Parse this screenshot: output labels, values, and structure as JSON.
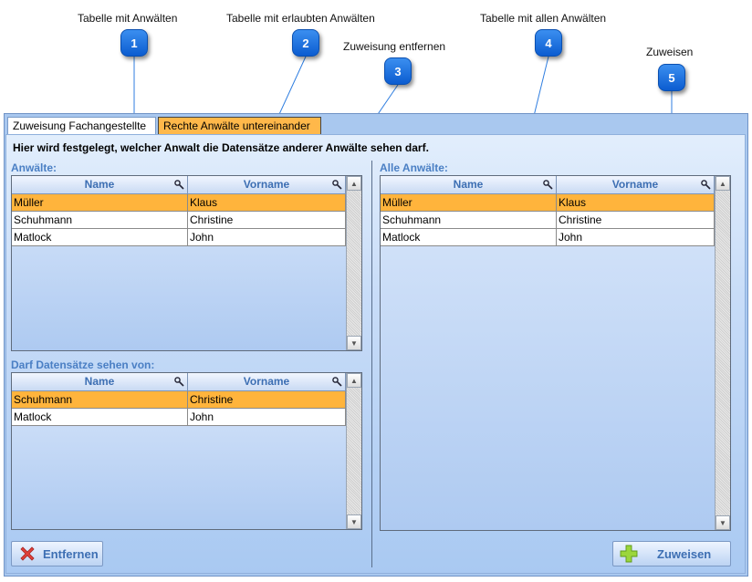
{
  "callouts": [
    {
      "number": "1",
      "label": "Tabelle mit Anwälten"
    },
    {
      "number": "2",
      "label": "Tabelle mit erlaubten Anwälten"
    },
    {
      "number": "3",
      "label": "Zuweisung entfernen"
    },
    {
      "number": "4",
      "label": "Tabelle mit allen Anwälten"
    },
    {
      "number": "5",
      "label": "Zuweisen"
    }
  ],
  "tabs": [
    {
      "label": "Zuweisung Fachangestellte",
      "active": false
    },
    {
      "label": "Rechte Anwälte untereinander",
      "active": true
    }
  ],
  "heading": "Hier wird festgelegt, welcher Anwalt die Datensätze anderer Anwälte sehen darf.",
  "columns": {
    "name": "Name",
    "vorname": "Vorname"
  },
  "anwaelte": {
    "label": "Anwälte:",
    "rows": [
      {
        "name": "Müller",
        "vorname": "Klaus",
        "selected": true
      },
      {
        "name": "Schuhmann",
        "vorname": "Christine",
        "selected": false
      },
      {
        "name": "Matlock",
        "vorname": "John",
        "selected": false
      }
    ]
  },
  "darf": {
    "label": "Darf Datensätze sehen von:",
    "rows": [
      {
        "name": "Schuhmann",
        "vorname": "Christine",
        "selected": true
      },
      {
        "name": "Matlock",
        "vorname": "John",
        "selected": false
      }
    ]
  },
  "alle": {
    "label": "Alle Anwälte:",
    "rows": [
      {
        "name": "Müller",
        "vorname": "Klaus",
        "selected": true
      },
      {
        "name": "Schuhmann",
        "vorname": "Christine",
        "selected": false
      },
      {
        "name": "Matlock",
        "vorname": "John",
        "selected": false
      }
    ]
  },
  "buttons": {
    "remove": {
      "label": "Entfernen",
      "icon": "red-x-icon"
    },
    "assign": {
      "label": "Zuweisen",
      "icon": "green-plus-icon"
    }
  },
  "colors": {
    "selected_row": "#ffb43c",
    "active_tab": "#ffb84a",
    "callout_badge": "#1a6fe0",
    "header_text": "#3d6fb3"
  }
}
